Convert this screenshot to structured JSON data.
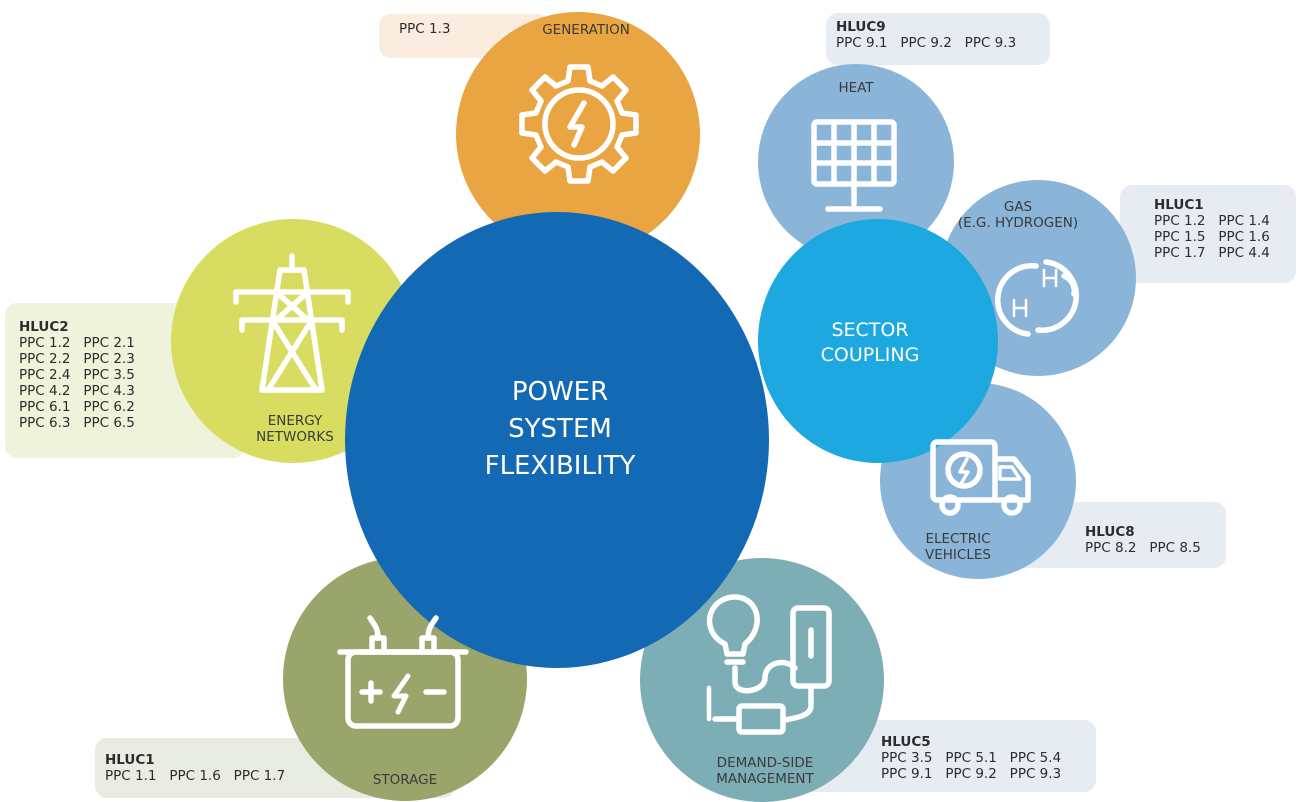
{
  "center": {
    "lines": [
      "POWER",
      "SYSTEM",
      "FLEXIBILITY"
    ]
  },
  "sector_coupling": {
    "lines": [
      "SECTOR",
      "COUPLING"
    ]
  },
  "generation": {
    "label": "GENERATION",
    "ppc": "PPC 1.3"
  },
  "heat": {
    "label": "HEAT",
    "box": {
      "heading": "HLUC9",
      "rows": [
        "PPC 9.1   PPC 9.2   PPC 9.3"
      ]
    }
  },
  "gas": {
    "lines": [
      "GAS",
      "(E.G. HYDROGEN)"
    ],
    "h_symbol": "H",
    "box": {
      "heading": "HLUC1",
      "rows": [
        "PPC 1.2   PPC 1.4",
        "PPC 1.5   PPC 1.6",
        "PPC 1.7   PPC 4.4"
      ]
    }
  },
  "ev": {
    "lines": [
      "ELECTRIC",
      "VEHICLES"
    ],
    "box": {
      "heading": "HLUC8",
      "rows": [
        "PPC 8.2   PPC 8.5"
      ]
    }
  },
  "dsm": {
    "lines": [
      "DEMAND-SIDE",
      "MANAGEMENT"
    ],
    "box": {
      "heading": "HLUC5",
      "rows": [
        "PPC 3.5   PPC 5.1   PPC 5.4",
        "PPC 9.1   PPC 9.2   PPC 9.3"
      ]
    }
  },
  "storage": {
    "label": "STORAGE",
    "box": {
      "heading": "HLUC1",
      "rows": [
        "PPC 1.1   PPC 1.6   PPC 1.7"
      ]
    }
  },
  "networks": {
    "lines": [
      "ENERGY",
      "NETWORKS"
    ],
    "box": {
      "heading": "HLUC2",
      "rows": [
        "PPC 1.2   PPC 2.1",
        "PPC 2.2   PPC 2.3",
        "PPC 2.4   PPC 3.5",
        "PPC 4.2   PPC 4.3",
        "PPC 6.1   PPC 6.2",
        "PPC 6.3   PPC 6.5"
      ]
    }
  },
  "colors": {
    "center": "#1469b4",
    "sector_coupling": "#1ea8e0",
    "generation": "#e9a541",
    "heat_gas_ev": "#8bb5d8",
    "dsm": "#7eaeb5",
    "storage": "#9aa56c",
    "networks": "#d8dd62",
    "box_blue": "#e6ecf2",
    "box_green": "#eff3db",
    "box_orange": "#fbece0",
    "box_storage": "#e9ece3"
  }
}
